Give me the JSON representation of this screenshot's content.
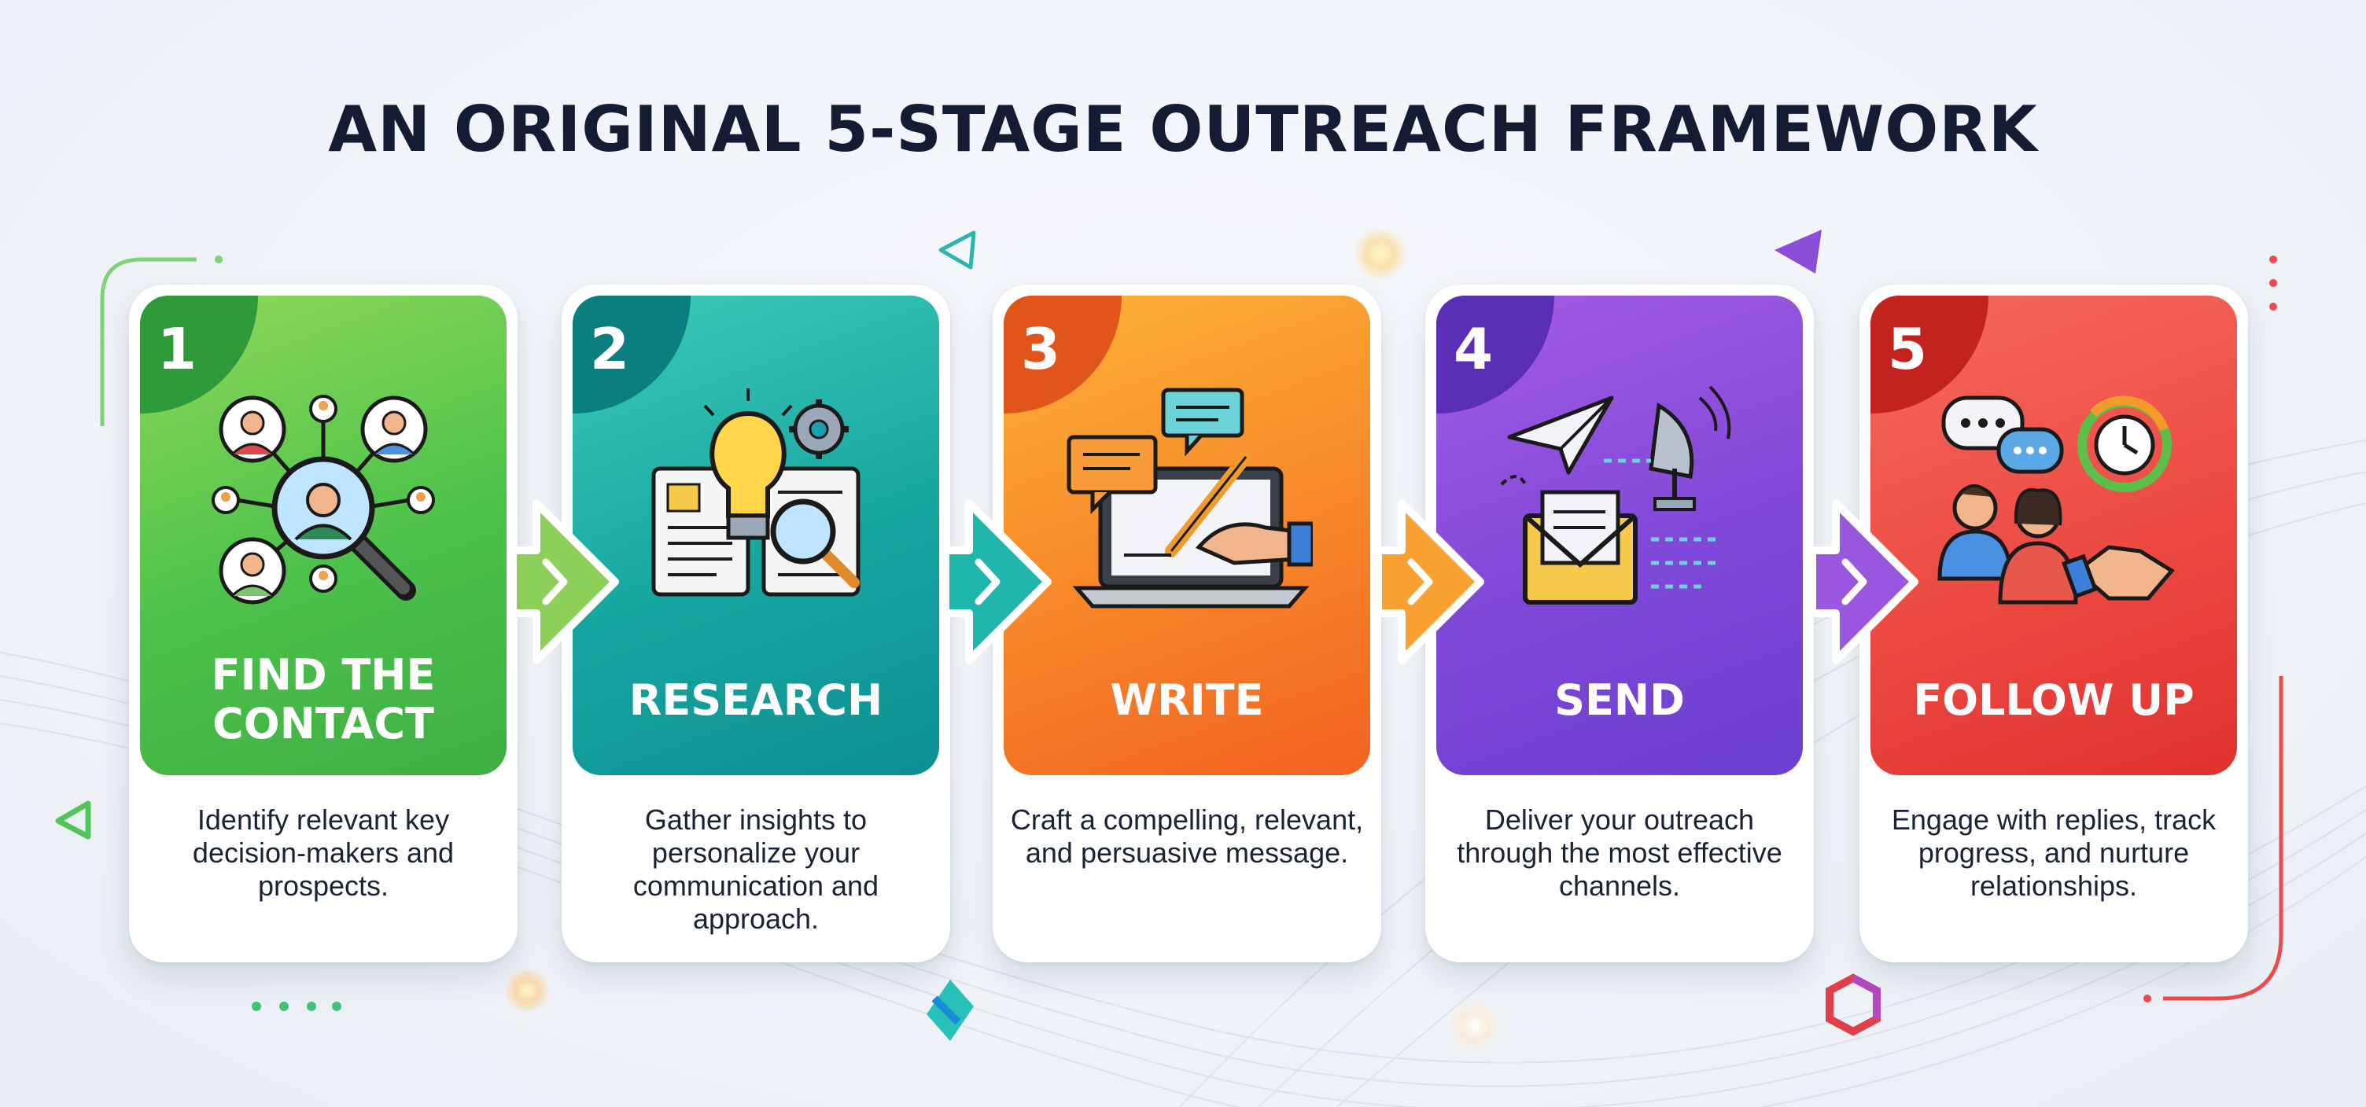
{
  "title": "AN ORIGINAL 5-STAGE OUTREACH FRAMEWORK",
  "stages": [
    {
      "number": "1",
      "title_line1": "FIND THE",
      "title_line2": "CONTACT",
      "description": "Identify relevant key decision-makers and prospects.",
      "color_from": "#4cc24a",
      "color_to": "#8ed65a",
      "accent": "#2e9a3a",
      "icon": "people-search-icon"
    },
    {
      "number": "2",
      "title_line1": "RESEARCH",
      "title_line2": "",
      "description": "Gather insights to personalize your communication and approach.",
      "color_from": "#0e9c9a",
      "color_to": "#36c9b8",
      "accent": "#0b7f80",
      "icon": "lightbulb-research-icon"
    },
    {
      "number": "3",
      "title_line1": "WRITE",
      "title_line2": "",
      "description": "Craft a compelling, relevant, and persuasive message.",
      "color_from": "#f56a22",
      "color_to": "#fbb236",
      "accent": "#e0561a",
      "icon": "laptop-writing-icon"
    },
    {
      "number": "4",
      "title_line1": "SEND",
      "title_line2": "",
      "description": "Deliver your outreach through the most effective channels.",
      "color_from": "#6b3fd0",
      "color_to": "#a35ce3",
      "accent": "#5a2fb5",
      "icon": "send-envelope-icon"
    },
    {
      "number": "5",
      "title_line1": "FOLLOW UP",
      "title_line2": "",
      "description": "Engage with replies, track progress, and nurture relationships.",
      "color_from": "#e0322f",
      "color_to": "#f46a5e",
      "accent": "#c4221f",
      "icon": "handshake-followup-icon"
    }
  ],
  "connector_icon": "chevron-right-icon"
}
